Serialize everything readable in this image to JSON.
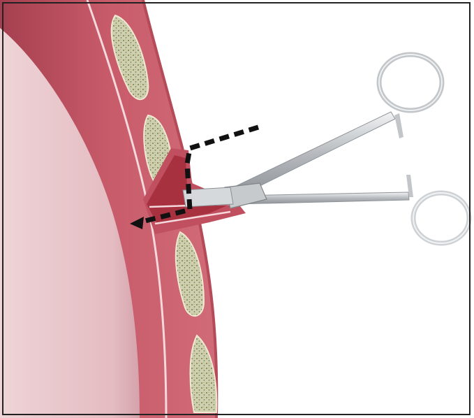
{
  "image": {
    "subject": "surgical-illustration",
    "icons": [
      "tissue-wall",
      "fat-lobule",
      "surgical-clamp",
      "dotted-arrow"
    ]
  },
  "colors": {
    "background": "#ffffff",
    "outer_tissue": "#c25363",
    "outer_tissue_dark": "#9c3a49",
    "inner_layer": "#e8c4c8",
    "inner_layer_shadow": "#d3a9b0",
    "fat_fill": "#cfd0b0",
    "fat_dots": "#8a8a5c",
    "fat_border": "#f0e8d2",
    "incision": "#a8313f",
    "instrument": "#b9bcbf",
    "instrument_light": "#e5e7e9",
    "arrow": "#111111",
    "frame_border": "#222222"
  }
}
